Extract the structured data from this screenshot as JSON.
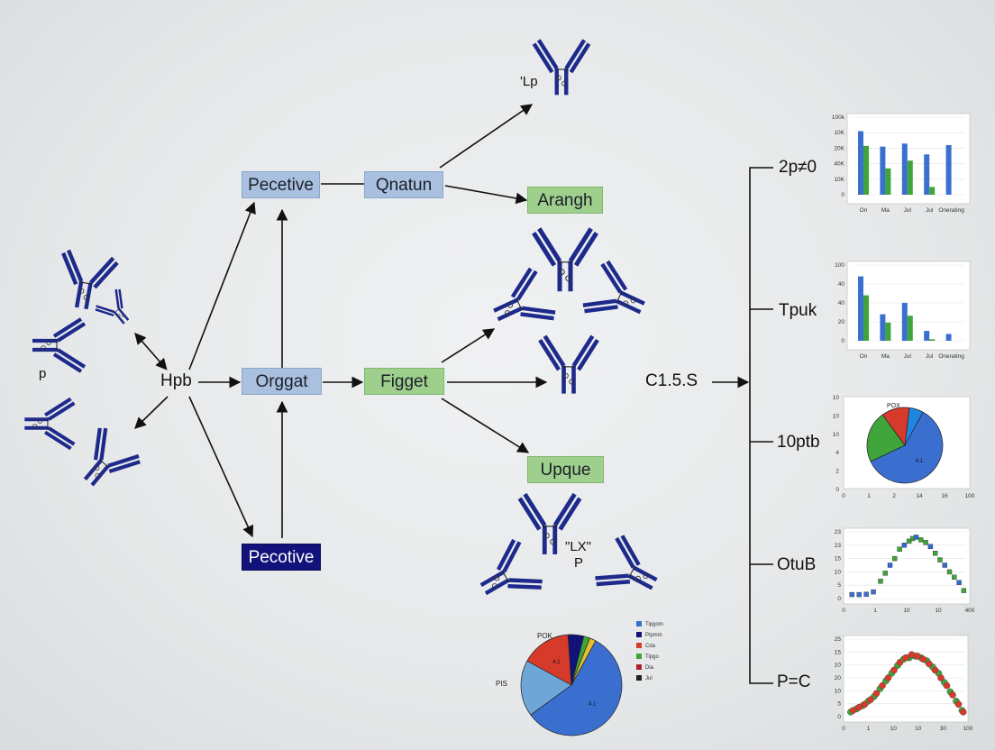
{
  "nodes": {
    "hpb": "Hpb",
    "pecetive_top": "Pecetive",
    "orggat": "Orggat",
    "pecotive_bottom": "Pecotive",
    "qnatun": "Qnatun",
    "arangh": "Arangh",
    "figget": "Figget",
    "upque": "Upque",
    "c15s": "C1.5.S"
  },
  "molecule_labels": {
    "left_p": "p",
    "top_lp": "'Lp",
    "lower_lx": "\"LX\"",
    "lower_p": "P"
  },
  "bracket_labels": [
    "2p≠0",
    "Tpuk",
    "10ptb",
    "OtuB",
    "P=C"
  ],
  "colors": {
    "blue_box": "#a9c0de",
    "green_box": "#9fcf8c",
    "navy_box": "#11127a",
    "antibody": "#1d2a8c",
    "bar_blue": "#3a6fd0",
    "bar_green": "#3fa53a",
    "pie_red": "#d63a2a"
  },
  "chart_data": [
    {
      "type": "bar",
      "ytick_labels": [
        "100k",
        "10K",
        "20K",
        "40K",
        "10K",
        "0"
      ],
      "categories": [
        "On",
        "Ma",
        "Jul",
        "Jul",
        "Onerating"
      ],
      "series": [
        {
          "values": [
            82,
            62,
            66,
            52,
            64
          ]
        },
        {
          "values": [
            63,
            34,
            44,
            10,
            0
          ]
        }
      ],
      "ylim": [
        0,
        100
      ]
    },
    {
      "type": "bar",
      "ytick_labels": [
        "100",
        "40",
        "40",
        "20",
        "0"
      ],
      "categories": [
        "On",
        "Ma",
        "Jul",
        "Jul",
        "Onerating"
      ],
      "series": [
        {
          "values": [
            85,
            35,
            50,
            13,
            9
          ]
        },
        {
          "values": [
            60,
            24,
            33,
            2,
            0
          ]
        }
      ],
      "ylim": [
        0,
        100
      ]
    },
    {
      "type": "pie",
      "ytick_labels": [
        "10",
        "10",
        "10",
        "4",
        "2",
        "0"
      ],
      "xtick_labels": [
        "0",
        "1",
        "2",
        "14",
        "16",
        "100"
      ],
      "slices": [
        {
          "label": "4.1",
          "value": 60
        },
        {
          "label": "",
          "value": 22
        },
        {
          "label": "",
          "value": 12
        },
        {
          "label": "",
          "value": 6
        }
      ],
      "title_fragment": "POX"
    },
    {
      "type": "scatter",
      "ytick_labels": [
        "23",
        "23",
        "15",
        "10",
        "5",
        "0"
      ],
      "xtick_labels": [
        "0",
        "1",
        "10",
        "10",
        "400"
      ],
      "x": [
        0.4,
        1.0,
        1.6,
        2.2,
        2.8,
        3.2,
        3.6,
        4.0,
        4.4,
        4.8,
        5.2,
        5.5,
        5.8,
        6.2,
        6.6,
        7.0,
        7.4,
        7.8,
        8.2,
        8.6,
        9.0,
        9.4,
        9.8
      ],
      "y": [
        1.5,
        1.5,
        1.6,
        2.5,
        6.5,
        9.5,
        12.5,
        15,
        18.5,
        20,
        21.5,
        22.5,
        23,
        22,
        21,
        19.5,
        17,
        14.5,
        12.5,
        10,
        8,
        6,
        3
      ],
      "ylim": [
        0,
        25
      ]
    },
    {
      "type": "scatter",
      "ytick_labels": [
        "25",
        "15",
        "10",
        "20",
        "10",
        "5",
        "0"
      ],
      "xtick_labels": [
        "0",
        "1",
        "10",
        "10",
        "30",
        "100"
      ],
      "series": [
        {
          "x": [
            0.3,
            0.8,
            1.3,
            1.8,
            2.3,
            2.8,
            3.3,
            3.8,
            4.3,
            4.8,
            5.3,
            5.8,
            6.3,
            6.8,
            7.3,
            7.8,
            8.3,
            8.8,
            9.3,
            9.8
          ],
          "y": [
            1.5,
            2.5,
            3.5,
            5,
            6.5,
            9,
            11.5,
            14,
            16.5,
            18.5,
            19,
            19.5,
            19,
            18,
            16,
            14,
            11,
            8,
            5,
            2
          ]
        },
        {
          "x": [
            0.5,
            1.0,
            1.5,
            2.0,
            2.5,
            3.0,
            3.5,
            4.0,
            4.5,
            5.0,
            5.5,
            6.0,
            6.5,
            7.0,
            7.5,
            8.0,
            8.5,
            9.0,
            9.5,
            9.9
          ],
          "y": [
            2,
            3,
            4,
            5.5,
            7.5,
            10,
            12.5,
            15,
            17.5,
            19,
            20,
            19.5,
            18.5,
            17,
            15,
            12.5,
            10,
            7,
            4,
            1.5
          ]
        }
      ],
      "ylim": [
        0,
        25
      ]
    },
    {
      "type": "pie",
      "slices": [
        {
          "label": "4.1",
          "value": 57
        },
        {
          "label": "",
          "value": 18
        },
        {
          "label": "4.1",
          "value": 16
        },
        {
          "label": "",
          "value": 5
        },
        {
          "label": "",
          "value": 2
        },
        {
          "label": "",
          "value": 2
        }
      ],
      "title_fragment": "POK",
      "side_label": "PIS",
      "legend": [
        "Tipgom",
        "Pipmm",
        "Cda",
        "Tipgo",
        "Dia",
        "Jul"
      ]
    }
  ]
}
